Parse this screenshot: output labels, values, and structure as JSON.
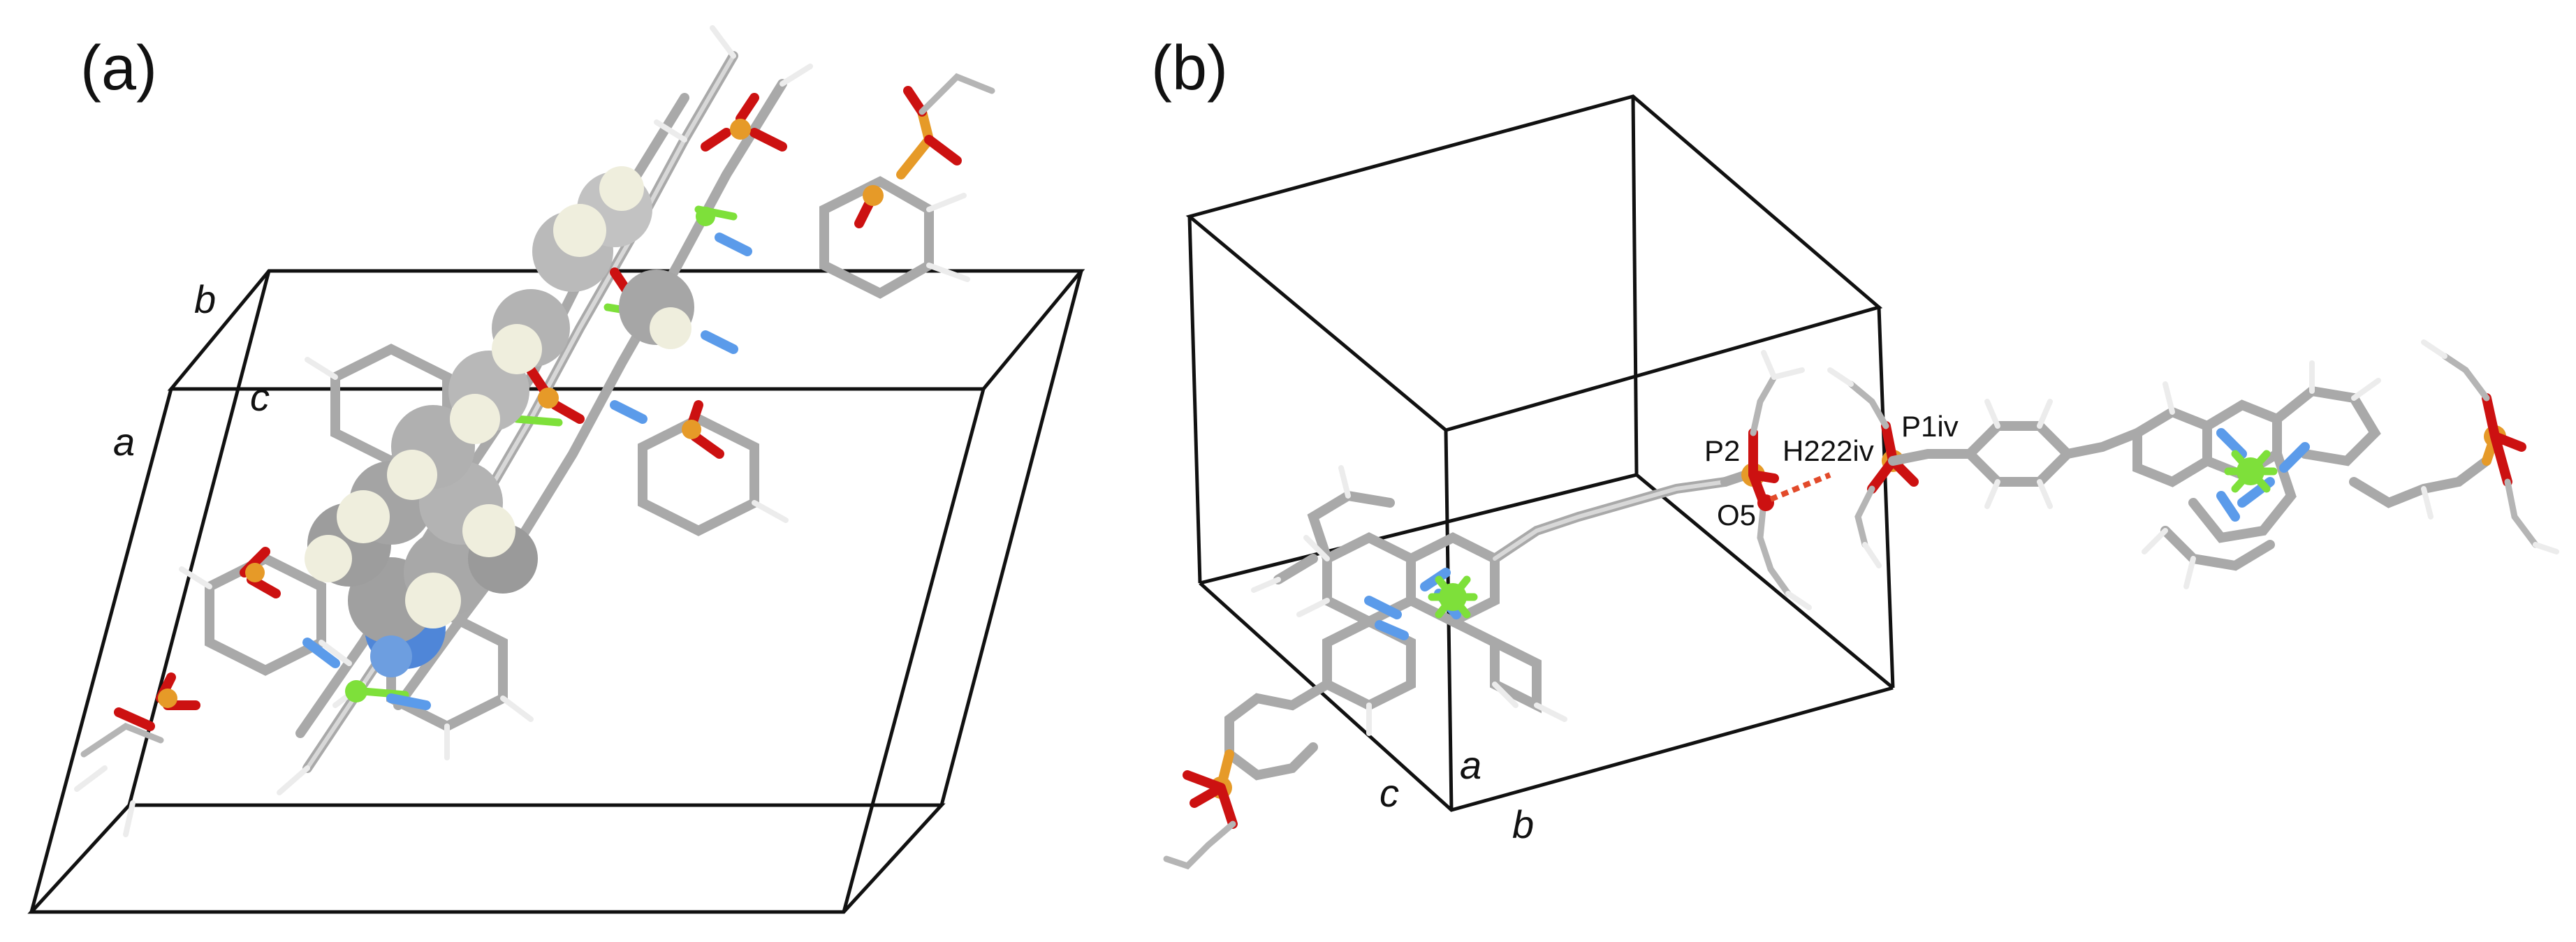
{
  "panels": [
    {
      "label": "(a)",
      "axes": {
        "b": "b",
        "c": "c",
        "a": "a"
      }
    },
    {
      "label": "(b)",
      "axes": {
        "c": "c",
        "a": "a",
        "b": "b"
      },
      "atom_labels": {
        "p2": "P2",
        "h222iv": "H222iv",
        "p1iv": "P1iv",
        "o5": "O5"
      }
    }
  ],
  "colors": {
    "carbon": "#a9a9a9",
    "hydrogen": "#f2f2f2",
    "nitrogen": "#5b9bea",
    "oxygen": "#cc1111",
    "phosphorus": "#e69a28",
    "metal": "#7ee03a",
    "spacefill_hydrogen": "#efeedd",
    "hydrogen_bond": "#e24a2a"
  }
}
